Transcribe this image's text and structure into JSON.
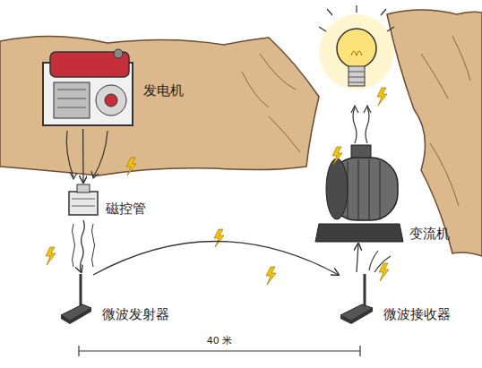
{
  "diagram": {
    "nodes": [
      {
        "text": [
          "发电机"
        ]
      },
      {
        "text": [
          "磁控管"
        ]
      },
      {
        "text": [
          "微波发射器"
        ]
      },
      {
        "text": [
          "变流机"
        ]
      },
      {
        "text": [
          "微波接收器"
        ]
      }
    ],
    "edges": [
      {
        "from": 0,
        "to": 1,
        "arrow": "to"
      },
      {
        "from": 1,
        "to": 2,
        "arrow": "to"
      },
      {
        "from": 2,
        "to": 4,
        "arrow": "to"
      },
      {
        "from": 4,
        "to": 3,
        "arrow": "to"
      }
    ],
    "labels": [
      "40 米"
    ]
  }
}
